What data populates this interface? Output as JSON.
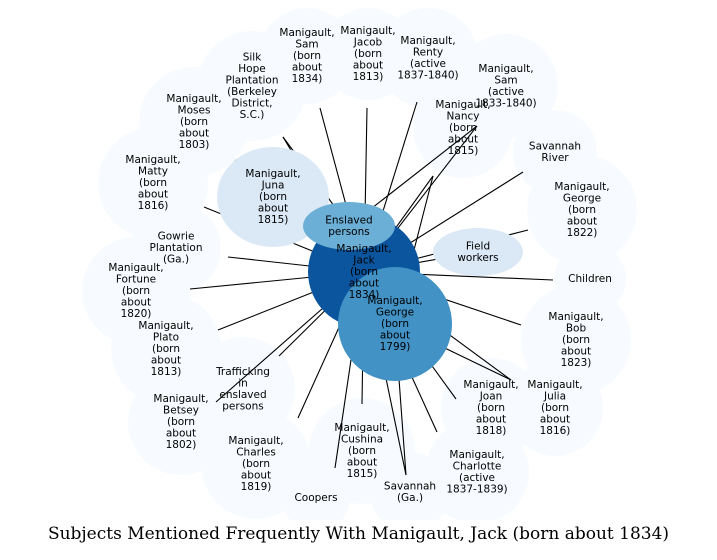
{
  "title": "Subjects Mentioned Frequently With Manigault, Jack (born about 1834)",
  "colors": {
    "center": "#0b559f",
    "large": "#4292c6",
    "medium": "#6baed6",
    "light": "#dbe9f6",
    "outer": "#f7fbff",
    "edge": "#000000"
  },
  "center": {
    "id": "jack",
    "label": [
      "Manigault,",
      "Jack",
      "(born",
      "about",
      "1834)"
    ]
  },
  "nodes": [
    {
      "id": "sam1834",
      "tier": "outer",
      "label": [
        "Manigault,",
        "Sam",
        "(born",
        "about",
        "1834)"
      ]
    },
    {
      "id": "jacob",
      "tier": "outer",
      "label": [
        "Manigault,",
        "Jacob",
        "(born",
        "about",
        "1813)"
      ]
    },
    {
      "id": "renty",
      "tier": "outer",
      "label": [
        "Manigault,",
        "Renty",
        "(active",
        "1837-1840)"
      ]
    },
    {
      "id": "sam1833",
      "tier": "outer",
      "label": [
        "Manigault,",
        "Sam",
        "(active",
        "1833-1840)"
      ]
    },
    {
      "id": "nancy",
      "tier": "outer",
      "label": [
        "Manigault,",
        "Nancy",
        "(born",
        "about",
        "1815)"
      ]
    },
    {
      "id": "savriver",
      "tier": "outer",
      "label": [
        "Savannah",
        "River"
      ]
    },
    {
      "id": "george1822",
      "tier": "outer",
      "label": [
        "Manigault,",
        "George",
        "(born",
        "about",
        "1822)"
      ]
    },
    {
      "id": "fieldworkers",
      "tier": "light",
      "label": [
        "Field",
        "workers"
      ]
    },
    {
      "id": "children",
      "tier": "outer",
      "label": [
        "Children"
      ]
    },
    {
      "id": "bob",
      "tier": "outer",
      "label": [
        "Manigault,",
        "Bob",
        "(born",
        "about",
        "1823)"
      ]
    },
    {
      "id": "julia",
      "tier": "outer",
      "label": [
        "Manigault,",
        "Julia",
        "(born",
        "about",
        "1816)"
      ]
    },
    {
      "id": "joan",
      "tier": "outer",
      "label": [
        "Manigault,",
        "Joan",
        "(born",
        "about",
        "1818)"
      ]
    },
    {
      "id": "charlotte",
      "tier": "outer",
      "label": [
        "Manigault,",
        "Charlotte",
        "(active",
        "1837-1839)"
      ]
    },
    {
      "id": "savga",
      "tier": "outer",
      "label": [
        "Savannah",
        "(Ga.)"
      ]
    },
    {
      "id": "cushina",
      "tier": "outer",
      "label": [
        "Manigault,",
        "Cushina",
        "(born",
        "about",
        "1815)"
      ]
    },
    {
      "id": "coopers",
      "tier": "outer",
      "label": [
        "Coopers"
      ]
    },
    {
      "id": "charles",
      "tier": "outer",
      "label": [
        "Manigault,",
        "Charles",
        "(born",
        "about",
        "1819)"
      ]
    },
    {
      "id": "betsey",
      "tier": "outer",
      "label": [
        "Manigault,",
        "Betsey",
        "(born",
        "about",
        "1802)"
      ]
    },
    {
      "id": "trafficking",
      "tier": "outer",
      "label": [
        "Trafficking",
        "in",
        "enslaved",
        "persons"
      ]
    },
    {
      "id": "plato",
      "tier": "outer",
      "label": [
        "Manigault,",
        "Plato",
        "(born",
        "about",
        "1813)"
      ]
    },
    {
      "id": "fortune",
      "tier": "outer",
      "label": [
        "Manigault,",
        "Fortune",
        "(born",
        "about",
        "1820)"
      ]
    },
    {
      "id": "gowrie",
      "tier": "outer",
      "label": [
        "Gowrie",
        "Plantation",
        "(Ga.)"
      ]
    },
    {
      "id": "matty",
      "tier": "outer",
      "label": [
        "Manigault,",
        "Matty",
        "(born",
        "about",
        "1816)"
      ]
    },
    {
      "id": "moses",
      "tier": "outer",
      "label": [
        "Manigault,",
        "Moses",
        "(born",
        "about",
        "1803)"
      ]
    },
    {
      "id": "silkhope",
      "tier": "outer",
      "label": [
        "Silk",
        "Hope",
        "Plantation",
        "(Berkeley",
        "District,",
        "S.C.)"
      ]
    },
    {
      "id": "juna",
      "tier": "light",
      "label": [
        "Manigault,",
        "Juna",
        "(born",
        "about",
        "1815)"
      ]
    },
    {
      "id": "enslaved",
      "tier": "medium",
      "label": [
        "Enslaved",
        "persons"
      ]
    },
    {
      "id": "george1799",
      "tier": "large",
      "label": [
        "Manigault,",
        "George",
        "(born",
        "about",
        "1799)"
      ]
    }
  ]
}
